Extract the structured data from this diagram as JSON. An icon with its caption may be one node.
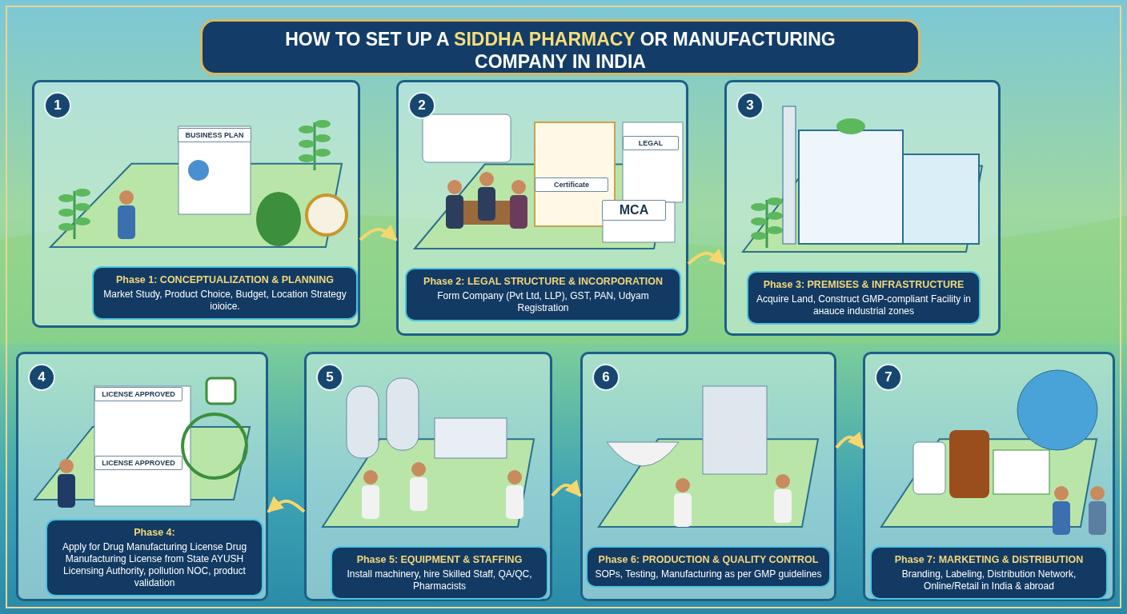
{
  "diagram": {
    "title": "HOW TO SET UP A *SIDDHA PHARMACY* OR MANUFACTURING COMPANY IN INDIA",
    "nodes": [
      {
        "text": [
          "1",
          "Phase 1: CONCEPTUALIZATION & PLANNING",
          "Market Study, Product Choice, Budget, Location Strategy ioioice."
        ]
      },
      {
        "text": [
          "2",
          "Phase 2: LEGAL STRUCTURE & INCORPORATION",
          "Form Company (Pvt Ltd, LLP), GST, PAN, Udyam Registration"
        ]
      },
      {
        "text": [
          "3",
          "Phase 3: PREMISES & INFRASTRUCTURE",
          "Acquire Land, Construct GMP-compliant Facility in aнauce industrial zones"
        ]
      },
      {
        "text": [
          "4",
          "Phase 4:",
          "Apply for Drug Manufacturing License Drug Manufacturing License from State AYUSH Licensing Authority, pollution NOC, product validation"
        ]
      },
      {
        "text": [
          "5",
          "Phase 5: EQUIPMENT & STAFFING",
          "Install machinery, hire Skilled Staff, QA/QC, Pharmacists"
        ]
      },
      {
        "text": [
          "6",
          "Phase 6: PRODUCTION & QUALITY CONTROL",
          "SOPs, Testing, Manufacturing as per GMP guidelines"
        ]
      },
      {
        "text": [
          "7",
          "Phase 7: MARKETING & DISTRIBUTION",
          "Branding, Labeling, Distribution Network, Online/Retail in India & abroad"
        ]
      }
    ],
    "edges": [
      {
        "from": 0,
        "to": 1,
        "arrow": "to"
      },
      {
        "from": 1,
        "to": 2,
        "arrow": "to"
      },
      {
        "from": 4,
        "to": 3,
        "arrow": "to"
      },
      {
        "from": 4,
        "to": 5,
        "arrow": "to"
      },
      {
        "from": 5,
        "to": 6,
        "arrow": "to"
      }
    ],
    "labels": [
      "BUSINESS PLAN",
      "Certificate",
      "LEGAL",
      "MCA",
      "LICENSE APPROVED",
      "LICENSE APPROVED"
    ]
  }
}
